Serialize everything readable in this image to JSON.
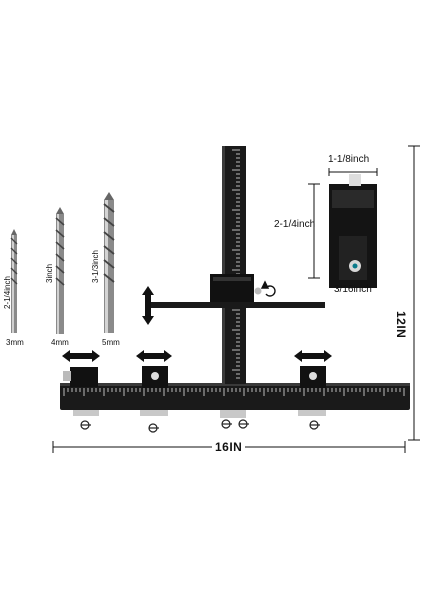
{
  "drill_bits": [
    {
      "length_label": "2-1/4inch",
      "diameter_label": "3mm"
    },
    {
      "length_label": "3inch",
      "diameter_label": "4mm"
    },
    {
      "length_label": "3-1/3inch",
      "diameter_label": "5mm"
    }
  ],
  "inset_guide": {
    "top_width_label": "1-1/8inch",
    "height_label": "2-1/4inch",
    "hole_offset_label": "3/16inch"
  },
  "overall_dimensions": {
    "width_label": "16IN",
    "height_label": "12IN"
  },
  "colors": {
    "tool_body": "#1a1a1a",
    "scale_markings": "#ffffff",
    "arrow": "#111111"
  },
  "icons": [
    "double-arrow-horizontal-icon",
    "double-arrow-vertical-icon",
    "rotate-icon",
    "screw-icon"
  ]
}
